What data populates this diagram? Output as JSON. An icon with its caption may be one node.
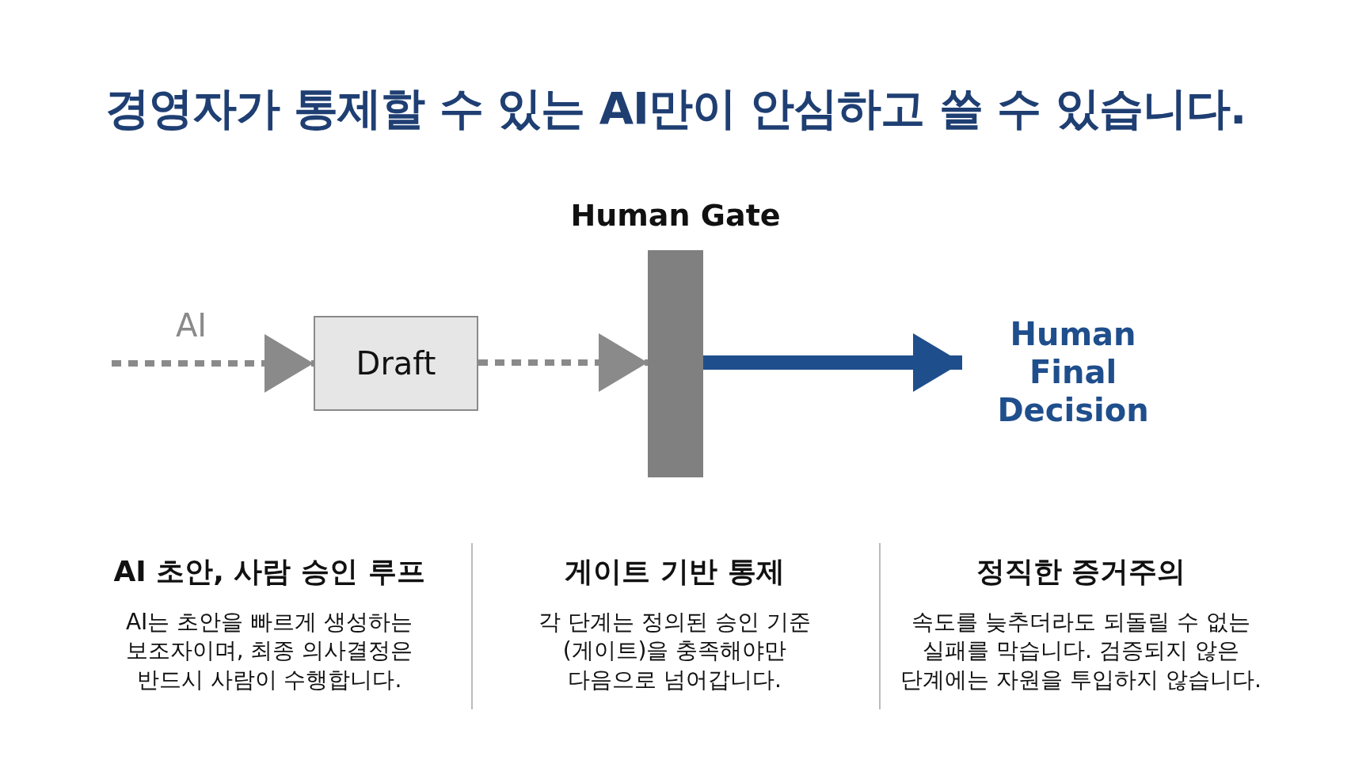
{
  "diagram": {
    "title": "경영자가 통제할 수 있는 AI만이 안심하고 쓸 수 있습니다.",
    "nodes": [
      {
        "text": [
          "Draft"
        ]
      },
      {
        "text": [
          "Human Gate"
        ]
      },
      {
        "text": [
          "Human Final Decision"
        ]
      }
    ],
    "edges": [
      {
        "from": null,
        "to": 0,
        "arrow": "to",
        "style": "dashed",
        "label": "AI"
      },
      {
        "from": 0,
        "to": 1,
        "arrow": "to",
        "style": "dashed"
      },
      {
        "from": 1,
        "to": 2,
        "arrow": "to",
        "style": "thick",
        "color": "#1f4e8c"
      }
    ],
    "labels": [
      "AI 초안, 사람 승인 루프",
      "AI는 초안을 빠르게 생성하는 보조자이며, 최종 의사결정은 반드시 사람이 수행합니다.",
      "게이트 기반 통제",
      "각 단계는 정의된 승인 기준(게이트)을 충족해야만 다음으로 넘어갑니다.",
      "정직한 증거주의",
      "속도를 늦추더라도 되돌릴 수 없는 실패를 막습니다. 검증되지 않은 단계에는 자원을 투입하지 않습니다."
    ]
  }
}
